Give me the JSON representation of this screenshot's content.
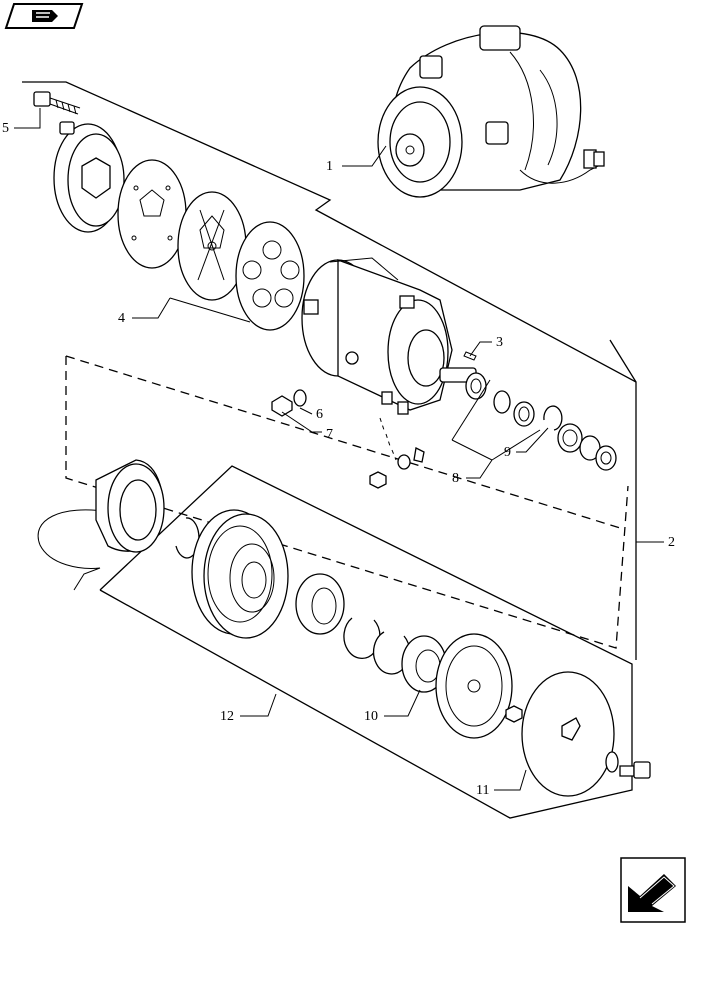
{
  "diagram": {
    "callouts": [
      {
        "id": "c1",
        "label": "1"
      },
      {
        "id": "c2",
        "label": "2"
      },
      {
        "id": "c3",
        "label": "3"
      },
      {
        "id": "c4",
        "label": "4"
      },
      {
        "id": "c5",
        "label": "5"
      },
      {
        "id": "c6",
        "label": "6"
      },
      {
        "id": "c7",
        "label": "7"
      },
      {
        "id": "c8",
        "label": "8"
      },
      {
        "id": "c9",
        "label": "9"
      },
      {
        "id": "c10",
        "label": "10"
      },
      {
        "id": "c11",
        "label": "11"
      },
      {
        "id": "c12",
        "label": "12"
      }
    ]
  },
  "icons": {
    "top_left": "book-hand-icon",
    "bottom_right": "previous-page-arrow-icon"
  }
}
